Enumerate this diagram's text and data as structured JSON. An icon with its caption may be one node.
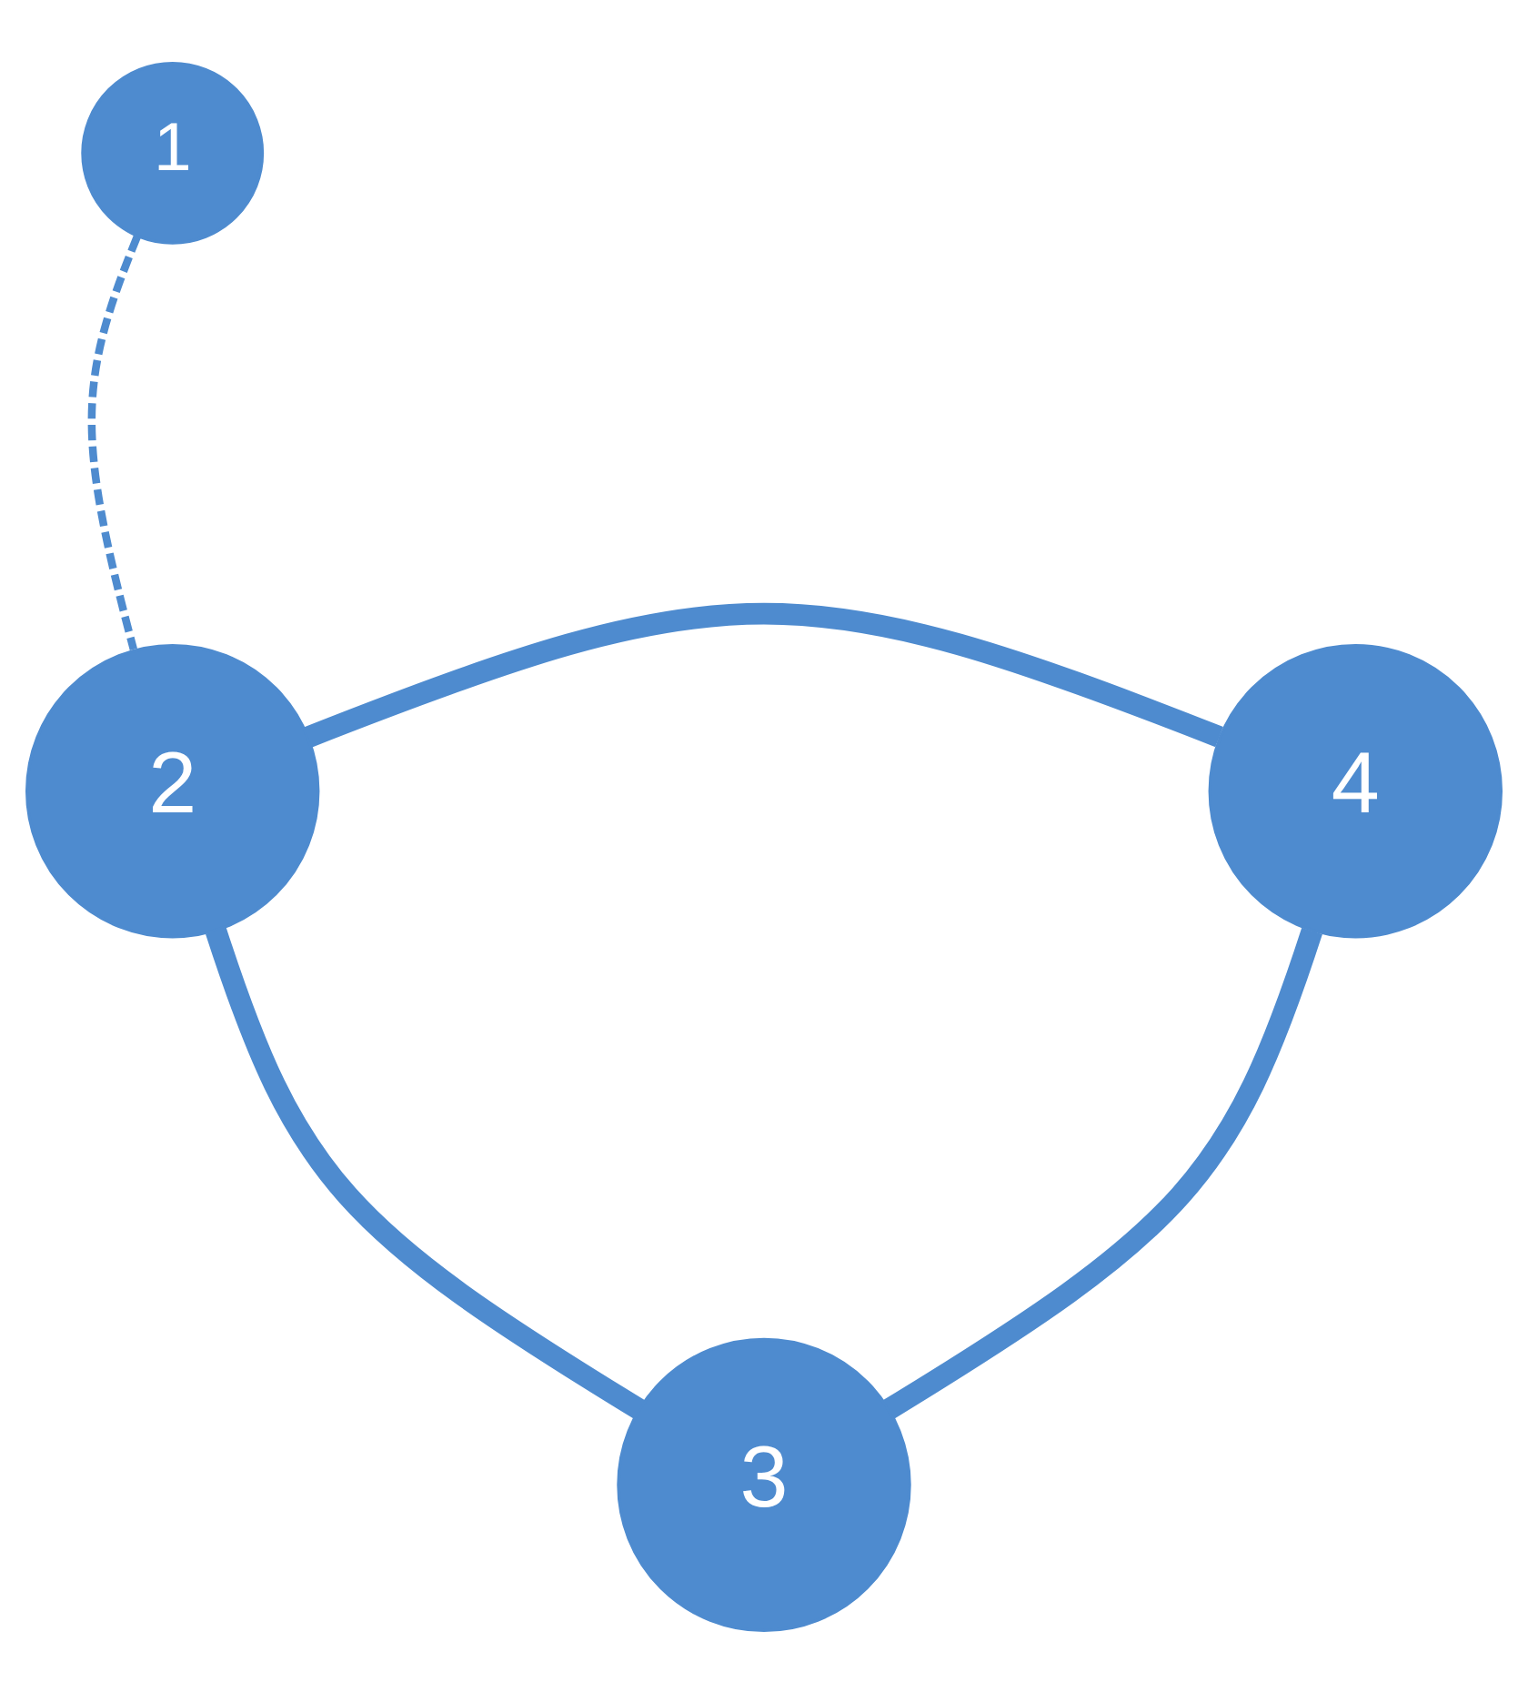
{
  "diagram": {
    "nodes": [
      {
        "text": [
          "1"
        ]
      },
      {
        "text": [
          "2"
        ]
      },
      {
        "text": [
          "4"
        ]
      },
      {
        "text": [
          "3"
        ]
      }
    ],
    "edges": [
      {
        "from": 0,
        "to": 1,
        "arrow": "none",
        "style": "dashed"
      },
      {
        "from": 1,
        "to": 2,
        "arrow": "none"
      },
      {
        "from": 2,
        "to": 3,
        "arrow": "none"
      },
      {
        "from": 3,
        "to": 1,
        "arrow": "none"
      }
    ]
  }
}
